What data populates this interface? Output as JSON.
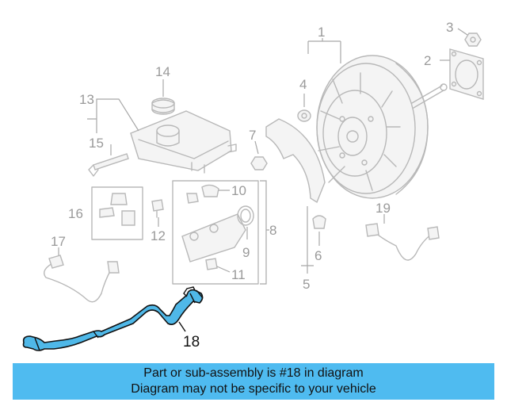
{
  "diagram": {
    "labels": {
      "l1": "1",
      "l2": "2",
      "l3": "3",
      "l4": "4",
      "l5": "5",
      "l6": "6",
      "l7": "7",
      "l8": "8",
      "l9": "9",
      "l10": "10",
      "l11": "11",
      "l12": "12",
      "l13": "13",
      "l14": "14",
      "l15": "15",
      "l16": "16",
      "l17": "17",
      "l18": "18",
      "l19": "19"
    },
    "highlighted_part": "18",
    "highlight_color": "#4fb8e8"
  },
  "banner": {
    "line1": "Part or sub-assembly is #18 in diagram",
    "line2": "Diagram may not be specific to your vehicle",
    "background": "#4fbbf0"
  }
}
